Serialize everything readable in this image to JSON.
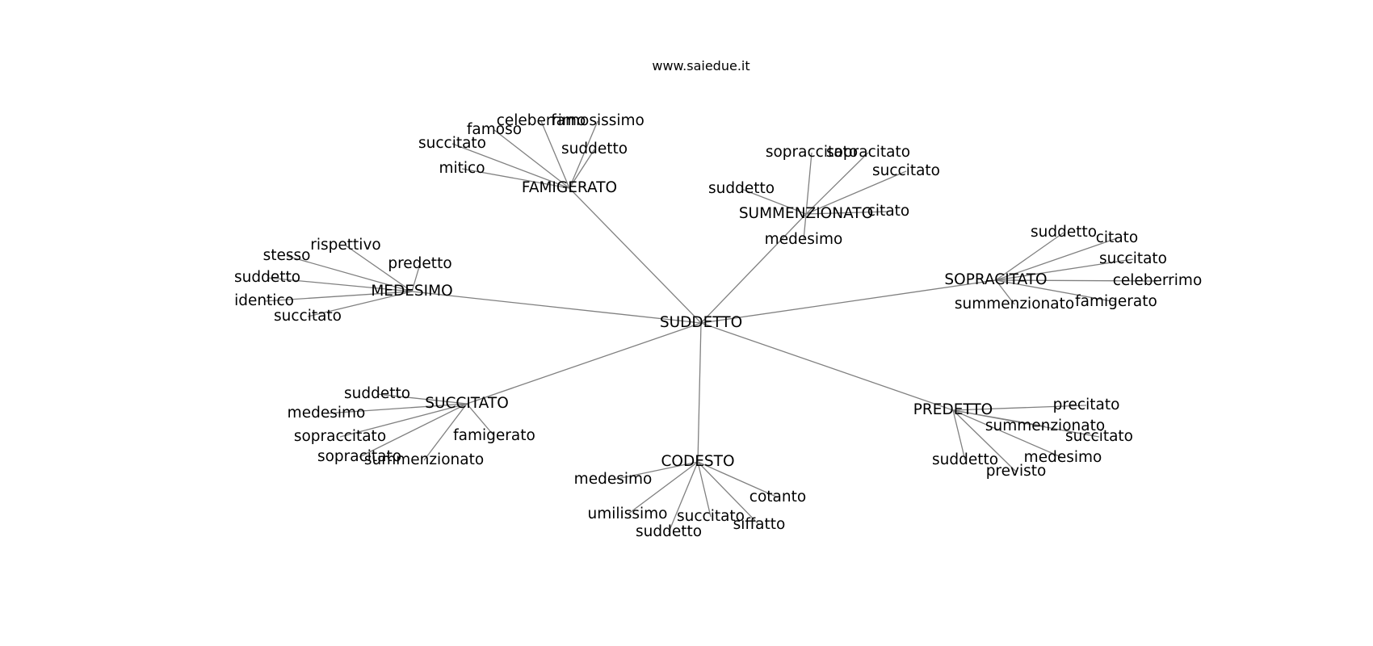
{
  "title": "www.saiedue.it",
  "colors": {
    "edge": "#808080",
    "text": "#000000",
    "background": "#ffffff"
  },
  "graph": {
    "center": "SUDDETTO",
    "hubs": [
      {
        "id": "famigerato",
        "label": "FAMIGERATO",
        "leaves": [
          "celeberrimo",
          "famosissimo",
          "famoso",
          "succitato",
          "suddetto",
          "mitico"
        ]
      },
      {
        "id": "summenzionato",
        "label": "SUMMENZIONATO",
        "leaves": [
          "sopraccitato",
          "sopracitato",
          "succitato",
          "suddetto",
          "citato",
          "medesimo"
        ]
      },
      {
        "id": "medesimo",
        "label": "MEDESIMO",
        "leaves": [
          "rispettivo",
          "stesso",
          "predetto",
          "suddetto",
          "identico",
          "succitato"
        ]
      },
      {
        "id": "sopracitato",
        "label": "SOPRACITATO",
        "leaves": [
          "suddetto",
          "citato",
          "succitato",
          "celeberrimo",
          "summenzionato",
          "famigerato"
        ]
      },
      {
        "id": "succitato",
        "label": "SUCCITATO",
        "leaves": [
          "suddetto",
          "medesimo",
          "sopraccitato",
          "famigerato",
          "sopracitato",
          "summenzionato"
        ]
      },
      {
        "id": "codesto",
        "label": "CODESTO",
        "leaves": [
          "medesimo",
          "cotanto",
          "umilissimo",
          "succitato",
          "siffatto",
          "suddetto"
        ]
      },
      {
        "id": "predetto",
        "label": "PREDETTO",
        "leaves": [
          "precitato",
          "summenzionato",
          "succitato",
          "suddetto",
          "medesimo",
          "previsto"
        ]
      }
    ]
  }
}
